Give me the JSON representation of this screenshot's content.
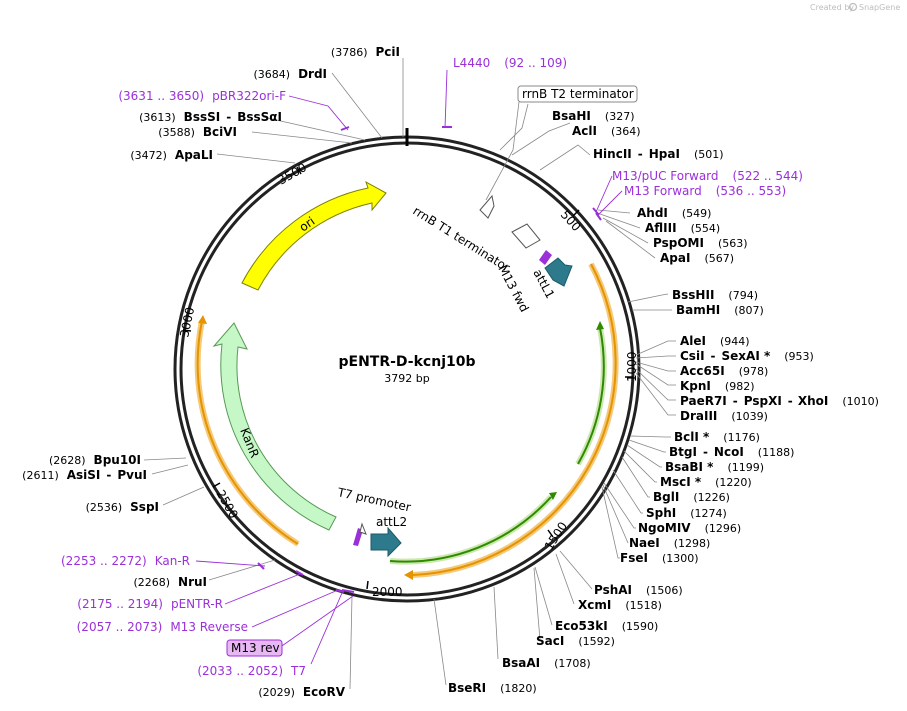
{
  "header": {
    "watermark": "Created by",
    "brand": "SnapGene"
  },
  "plasmid": {
    "name": "pENTR-D-kcnj10b",
    "length_label": "3792 bp"
  },
  "ticks": [
    "500",
    "1000",
    "1500",
    "2000",
    "2500",
    "3000",
    "3500"
  ],
  "enzymes": [
    {
      "pos": "(3786)",
      "name": "PciI"
    },
    {
      "pos": "(3684)",
      "name": "DrdI"
    },
    {
      "pos": "(3613)",
      "name": "BssSI",
      "sep": "-",
      "name2": "BssSαI"
    },
    {
      "pos": "(3588)",
      "name": "BciVI"
    },
    {
      "pos": "(3472)",
      "name": "ApaLI"
    },
    {
      "name": "BsaHI",
      "pos": "(327)"
    },
    {
      "name": "AclI",
      "pos": "(364)"
    },
    {
      "name": "HincII",
      "sep": "-",
      "name2": "HpaI",
      "pos": "(501)"
    },
    {
      "name": "AhdI",
      "pos": "(549)"
    },
    {
      "name": "AflIII",
      "pos": "(554)"
    },
    {
      "name": "PspOMI",
      "pos": "(563)"
    },
    {
      "name": "ApaI",
      "pos": "(567)"
    },
    {
      "name": "BssHII",
      "pos": "(794)"
    },
    {
      "name": "BamHI",
      "pos": "(807)"
    },
    {
      "name": "AleI",
      "pos": "(944)"
    },
    {
      "name": "CsiI",
      "sep": "-",
      "name2": "SexAI *",
      "pos": "(953)"
    },
    {
      "name": "Acc65I",
      "pos": "(978)"
    },
    {
      "name": "KpnI",
      "pos": "(982)"
    },
    {
      "name": "PaeR7I",
      "sep": "-",
      "name2": "PspXI",
      "sep2": "-",
      "name3": "XhoI",
      "pos": "(1010)"
    },
    {
      "name": "DraIII",
      "pos": "(1039)"
    },
    {
      "name": "BclI *",
      "pos": "(1176)"
    },
    {
      "name": "BtgI",
      "sep": "-",
      "name2": "NcoI",
      "pos": "(1188)"
    },
    {
      "name": "BsaBI *",
      "pos": "(1199)"
    },
    {
      "name": "MscI *",
      "pos": "(1220)"
    },
    {
      "name": "BglI",
      "pos": "(1226)"
    },
    {
      "name": "SphI",
      "pos": "(1274)"
    },
    {
      "name": "NgoMIV",
      "pos": "(1296)"
    },
    {
      "name": "NaeI",
      "pos": "(1298)"
    },
    {
      "name": "FseI",
      "pos": "(1300)"
    },
    {
      "name": "PshAI",
      "pos": "(1506)"
    },
    {
      "name": "XcmI",
      "pos": "(1518)"
    },
    {
      "name": "Eco53kI",
      "pos": "(1590)"
    },
    {
      "name": "SacI",
      "pos": "(1592)"
    },
    {
      "name": "BsaAI",
      "pos": "(1708)"
    },
    {
      "name": "BseRI",
      "pos": "(1820)"
    },
    {
      "pos": "(2029)",
      "name": "EcoRV"
    },
    {
      "pos": "(2268)",
      "name": "NruI"
    },
    {
      "pos": "(2536)",
      "name": "SspI"
    },
    {
      "pos": "(2611)",
      "name": "AsiSI",
      "sep": "-",
      "name2": "PvuI"
    },
    {
      "pos": "(2628)",
      "name": "Bpu10I"
    }
  ],
  "primers": [
    {
      "name": "L4440",
      "range": "(92 .. 109)"
    },
    {
      "range": "(3631 .. 3650)",
      "name": "pBR322ori-F"
    },
    {
      "name": "M13/pUC Forward",
      "range": "(522 .. 544)"
    },
    {
      "name": "M13 Forward",
      "range": "(536 .. 553)"
    },
    {
      "range": "(2253 .. 2272)",
      "name": "Kan-R"
    },
    {
      "range": "(2175 .. 2194)",
      "name": "pENTR-R"
    },
    {
      "range": "(2057 .. 2073)",
      "name": "M13 Reverse"
    },
    {
      "range": "(2033 .. 2052)",
      "name": "T7"
    }
  ],
  "features": {
    "rrnb_t2": "rrnB T2 terminator",
    "rrnb_t1": "rrnB T1 terminator",
    "m13_fwd": "M13 fwd",
    "attl1": "attL1",
    "ori": "ori",
    "kanr": "KanR",
    "t7_promoter": "T7 promoter",
    "attl2": "attL2",
    "m13_rev": "M13 rev"
  },
  "colors": {
    "backbone": "#222222",
    "primer": "#9b30d9",
    "ori": "#ffff00",
    "kanr": "#c6f7c6",
    "att": "#2d7a8c",
    "orf": "#2e8b00",
    "orange": "#e59400"
  }
}
